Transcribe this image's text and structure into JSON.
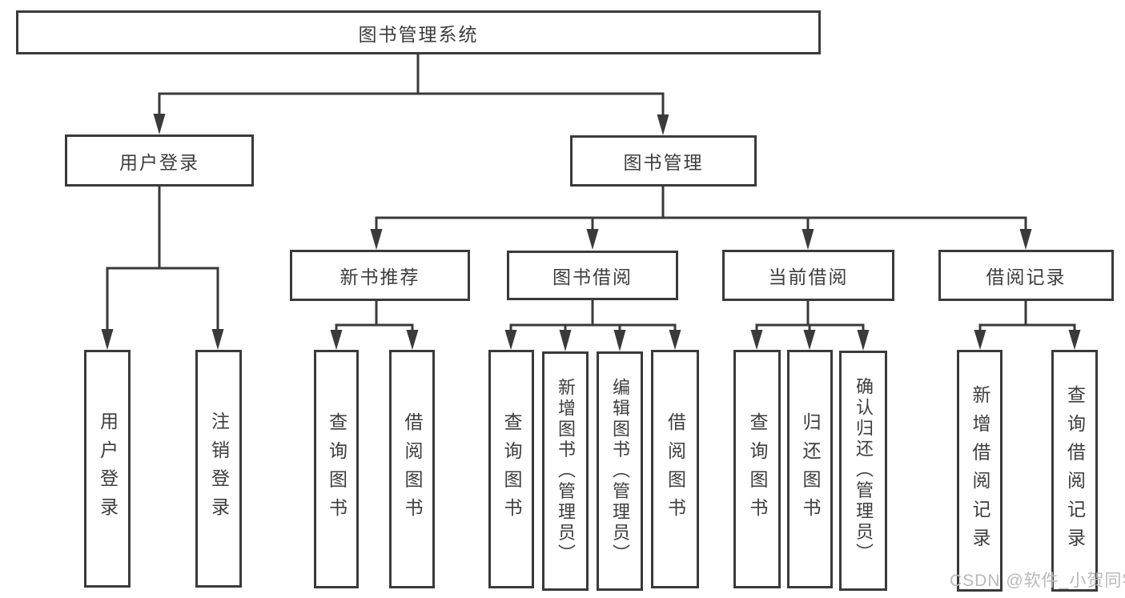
{
  "diagram": {
    "title": "图书管理系统",
    "tree": {
      "label": "图书管理系统",
      "children": [
        {
          "label": "用户登录",
          "children": [
            {
              "label": "用户登录"
            },
            {
              "label": "注销登录"
            }
          ]
        },
        {
          "label": "图书管理",
          "children": [
            {
              "label": "新书推荐",
              "children": [
                {
                  "label": "查询图书"
                },
                {
                  "label": "借阅图书"
                }
              ]
            },
            {
              "label": "图书借阅",
              "children": [
                {
                  "label": "查询图书"
                },
                {
                  "label": "新增图书（管理员）"
                },
                {
                  "label": "编辑图书（管理员）"
                },
                {
                  "label": "借阅图书"
                }
              ]
            },
            {
              "label": "当前借阅",
              "children": [
                {
                  "label": "查询图书"
                },
                {
                  "label": "归还图书"
                },
                {
                  "label": "确认归还（管理员）"
                }
              ]
            },
            {
              "label": "借阅记录",
              "children": [
                {
                  "label": "新增借阅记录"
                },
                {
                  "label": "查询借阅记录"
                }
              ]
            }
          ]
        }
      ]
    }
  },
  "watermark": {
    "text": "CSDN @软件_小贺同学"
  },
  "colors": {
    "line": "#3a3a3a",
    "text": "#3d3d3d",
    "watermark": "#b9b9b9",
    "background": "#ffffff"
  }
}
